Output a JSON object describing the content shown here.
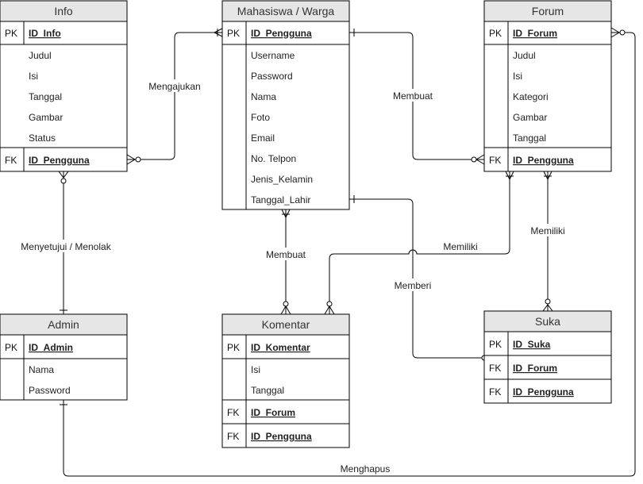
{
  "entities": {
    "info": {
      "title": "Info",
      "pk_tag": "PK",
      "pk_field": "ID_Info",
      "fields": [
        "Judul",
        "Isi",
        "Tanggal",
        "Gambar",
        "Status"
      ],
      "fk_tag": "FK",
      "fk_field": "ID_Pengguna"
    },
    "mahasiswa": {
      "title": "Mahasiswa / Warga",
      "pk_tag": "PK",
      "pk_field": "ID_Pengguna",
      "fields": [
        "Username",
        "Password",
        "Nama",
        "Foto",
        "Email",
        "No. Telpon",
        "Jenis_Kelamin",
        "Tanggal_Lahir"
      ]
    },
    "forum": {
      "title": "Forum",
      "pk_tag": "PK",
      "pk_field": "ID_Forum",
      "fields": [
        "Judul",
        "Isi",
        "Kategori",
        "Gambar",
        "Tanggal"
      ],
      "fk_tag": "FK",
      "fk_field": "ID_Pengguna"
    },
    "admin": {
      "title": "Admin",
      "pk_tag": "PK",
      "pk_field": "ID_Admin",
      "fields": [
        "Nama",
        "Password"
      ]
    },
    "komentar": {
      "title": "Komentar",
      "pk_tag": "PK",
      "pk_field": "ID_Komentar",
      "fields": [
        "Isi",
        "Tanggal"
      ],
      "fk_tag": "FK",
      "fk_field": "ID_Forum",
      "fk2_tag": "FK",
      "fk2_field": "ID_Pengguna"
    },
    "suka": {
      "title": "Suka",
      "pk_tag": "PK",
      "pk_field": "ID_Suka",
      "fk_tag": "FK",
      "fk_field": "ID_Forum",
      "fk2_tag": "FK",
      "fk2_field": "ID_Pengguna"
    }
  },
  "relationships": {
    "mengajukan": "Mengajukan",
    "membuat_forum": "Membuat",
    "menyetujui": "Menyetujui / Menolak",
    "membuat_komentar": "Membuat",
    "memiliki_komentar": "Memiliki",
    "memberi": "Memberi",
    "memiliki_suka": "Memiliki",
    "menghapus": "Menghapus"
  }
}
